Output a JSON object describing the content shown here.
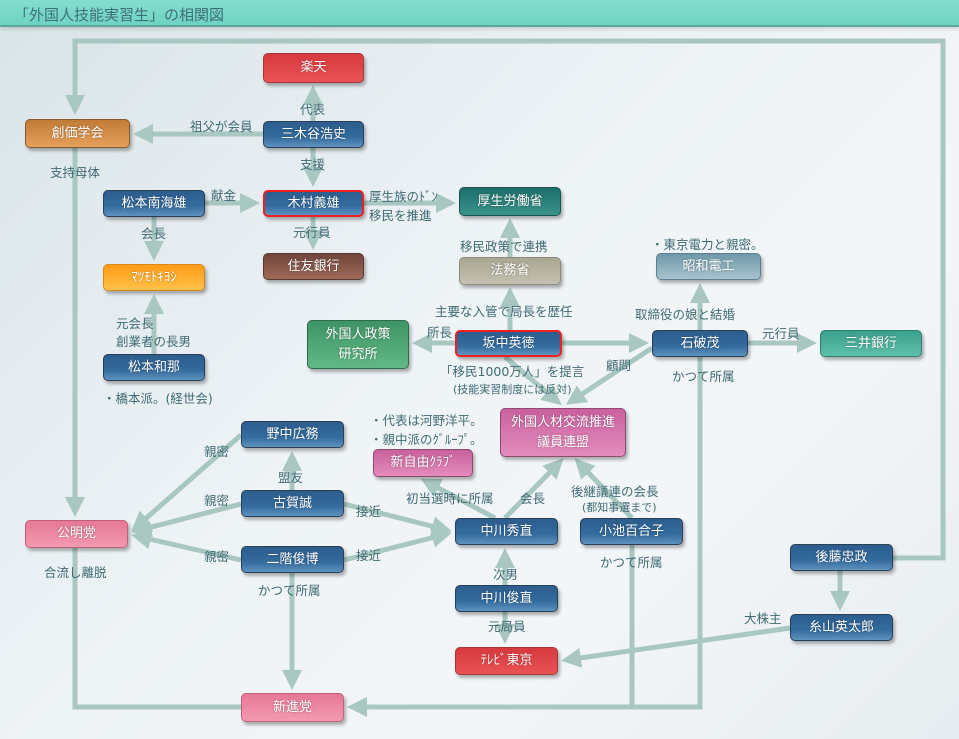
{
  "title": "「外国人技能実習生」の相関図",
  "nodes": {
    "rakuten": "楽天",
    "soka": "創価学会",
    "mikitani": "三木谷浩史",
    "matsumoto_namio": "松本南海雄",
    "kimura": "木村義雄",
    "kosei": "厚生労働省",
    "matsukiyo": "ﾏﾂﾓﾄｷﾖｼ",
    "sumitomo": "住友銀行",
    "homusho": "法務省",
    "showa": "昭和電工",
    "institute": "外国人政策\n研究所",
    "sakanaka": "坂中英徳",
    "ishiba": "石破茂",
    "mitsui": "三井銀行",
    "matsumoto_kazuna": "松本和那",
    "renmei": "外国人材交流推進\n議員連盟",
    "nonaka": "野中広務",
    "shinjiyu": "新自由ｸﾗﾌﾞ",
    "koga": "古賀誠",
    "komei": "公明党",
    "nakagawa_h": "中川秀直",
    "koike": "小池百合子",
    "nikai": "二階俊博",
    "goto": "後藤忠政",
    "nakagawa_t": "中川俊直",
    "itoyama": "糸山英太郎",
    "tvtokyo": "ﾃﾚﾋﾞ東京",
    "shinshin": "新進党"
  },
  "labels": {
    "daihyo": "代表",
    "sofu": "祖父が会員",
    "shien": "支援",
    "shiji": "支持母体",
    "kenkin": "献金",
    "koseizoku": "厚生族のﾄﾞﾝ",
    "imin_suishin": "移民を推進",
    "kaicho1": "会長",
    "motogyoin1": "元行員",
    "imin_renkei": "移民政策で連携",
    "toden": "・東京電力と親密。",
    "motokaicho": "元会長",
    "sogyo": "創業者の長男",
    "nyukan": "主要な入管で局長を歴任",
    "torishimari": "取締役の娘と結婚",
    "shocho": "所長",
    "motogyoin2": "元行員",
    "teigen": "「移民1000万人」を提言",
    "hantai": "(技能実習制度には反対)",
    "komon": "顧問",
    "katsute1": "かつて所属",
    "hashimoto": "・橋本派。(経世会)",
    "kono": "・代表は河野洋平。",
    "shinchu": "・親中派のｸﾞﾙｰﾌﾟ。",
    "shinmitsu1": "親密",
    "meiyu": "盟友",
    "shinmitsu2": "親密",
    "shotosen": "初当選時に所属",
    "kaicho2": "会長",
    "kokei": "後継議連の会長",
    "tochiji": "(都知事選まで)",
    "sekkin1": "接近",
    "shinmitsu3": "親密",
    "sekkin2": "接近",
    "goryu": "合流し離脱",
    "katsute2": "かつて所属",
    "katsute3": "かつて所属",
    "jinan": "次男",
    "daikabunushi": "大株主",
    "motokyokuin": "元局員"
  }
}
